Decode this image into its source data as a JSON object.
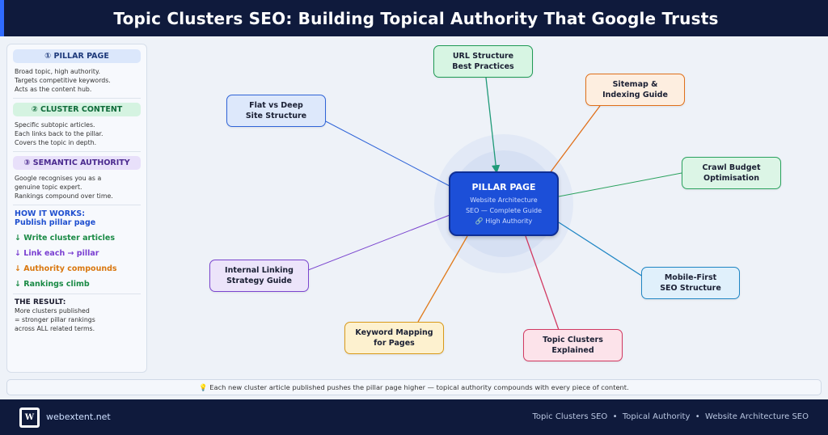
{
  "header": {
    "title": "Topic Clusters SEO: Building Topical Authority That Google Trusts"
  },
  "sidebar": {
    "sections": [
      {
        "title": "① PILLAR PAGE",
        "lines": [
          "Broad topic, high authority.",
          "Targets competitive keywords.",
          "Acts as the content hub."
        ]
      },
      {
        "title": "② CLUSTER CONTENT",
        "lines": [
          "Specific subtopic articles.",
          "Each links back to the pillar.",
          "Covers the topic in depth."
        ]
      },
      {
        "title": "③ SEMANTIC AUTHORITY",
        "lines": [
          "Google recognises you as a",
          "genuine topic expert.",
          "Rankings compound over time."
        ]
      }
    ],
    "how_title": "HOW IT WORKS:",
    "steps": [
      "Publish pillar page",
      "↓ Write cluster articles",
      "↓ Link each → pillar",
      "↓ Authority compounds",
      "↓ Rankings climb"
    ],
    "result_title": "THE RESULT:",
    "result_lines": [
      "More clusters published",
      "= stronger pillar rankings",
      "across ALL related terms."
    ]
  },
  "center": {
    "title": "PILLAR PAGE",
    "lines": [
      "Website Architecture",
      "SEO — Complete Guide",
      "🔗 High Authority"
    ]
  },
  "clusters": [
    {
      "id": "url",
      "lines": [
        "URL Structure",
        "Best Practices"
      ],
      "bg": "#d7f5e3",
      "border": "#1f9a55",
      "line": "#1f9a78",
      "arrow": true
    },
    {
      "id": "sitemap",
      "lines": [
        "Sitemap &",
        "Indexing Guide"
      ],
      "bg": "#fdeee0",
      "border": "#e0701a",
      "line": "#e0701a",
      "arrow": false
    },
    {
      "id": "flat",
      "lines": [
        "Flat vs Deep",
        "Site Structure"
      ],
      "bg": "#dde8fb",
      "border": "#2f64d8",
      "line": "#2f64d8",
      "arrow": false
    },
    {
      "id": "crawl",
      "lines": [
        "Crawl Budget",
        "Optimisation"
      ],
      "bg": "#dcf5e6",
      "border": "#2aa25e",
      "line": "#2aa25e",
      "arrow": false
    },
    {
      "id": "mobile",
      "lines": [
        "Mobile-First",
        "SEO Structure"
      ],
      "bg": "#e0f0fb",
      "border": "#1f86c4",
      "line": "#1f86c4",
      "arrow": false
    },
    {
      "id": "internal",
      "lines": [
        "Internal Linking",
        "Strategy Guide"
      ],
      "bg": "#ece4fa",
      "border": "#7a45cf",
      "line": "#7a45cf",
      "arrow": false
    },
    {
      "id": "keyword",
      "lines": [
        "Keyword Mapping",
        "for Pages"
      ],
      "bg": "#fdf1cf",
      "border": "#d99a1a",
      "line": "#e07a1a",
      "arrow": false
    },
    {
      "id": "topic",
      "lines": [
        "Topic Clusters",
        "Explained"
      ],
      "bg": "#fce3ea",
      "border": "#d23a62",
      "line": "#d23a62",
      "arrow": false
    }
  ],
  "banner": {
    "text": "💡 Each new cluster article published pushes the pillar page higher — topical authority compounds with every piece of content."
  },
  "footer": {
    "logo_mark": "W",
    "brand": "webextent.net",
    "tags": "Topic Clusters SEO  •  Topical Authority  •  Website Architecture SEO"
  }
}
